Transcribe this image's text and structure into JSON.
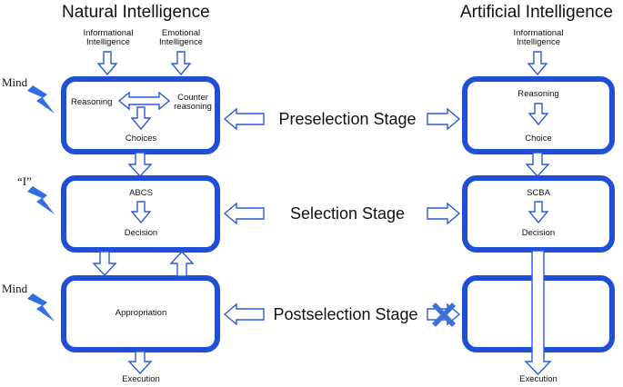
{
  "colors": {
    "box_stroke": "#1f4fd6",
    "arrow_stroke": "#2a5bd7",
    "arrow_fill": "#ffffff",
    "bolt_fill": "#2f6ee6",
    "cross": "#3c6fd8"
  },
  "headings": {
    "natural": "Natural Intelligence",
    "artificial": "Artificial Intelligence"
  },
  "natural": {
    "inputs": {
      "informational": "Informational Intelligence",
      "emotional": "Emotional Intelligence"
    },
    "preselection": {
      "reasoning": "Reasoning",
      "counter": "Counter reasoning",
      "choices": "Choices"
    },
    "selection": {
      "abcs": "ABCS",
      "decision": "Decision"
    },
    "postselection": {
      "appropriation": "Appropriation"
    },
    "execution": "Execution",
    "side_labels": {
      "mind_top": "Mind",
      "i_label": "“I”",
      "mind_bottom": "Mind"
    }
  },
  "stages": {
    "preselection": "Preselection Stage",
    "selection": "Selection Stage",
    "postselection": "Postselection Stage"
  },
  "artificial": {
    "input": "Informational Intelligence",
    "preselection": {
      "reasoning": "Reasoning",
      "choice": "Choice"
    },
    "selection": {
      "scba": "SCBA",
      "decision": "Decision"
    },
    "execution": "Execution"
  },
  "icons": {
    "bolt": "lightning-bolt-icon",
    "cross": "cross-icon"
  }
}
